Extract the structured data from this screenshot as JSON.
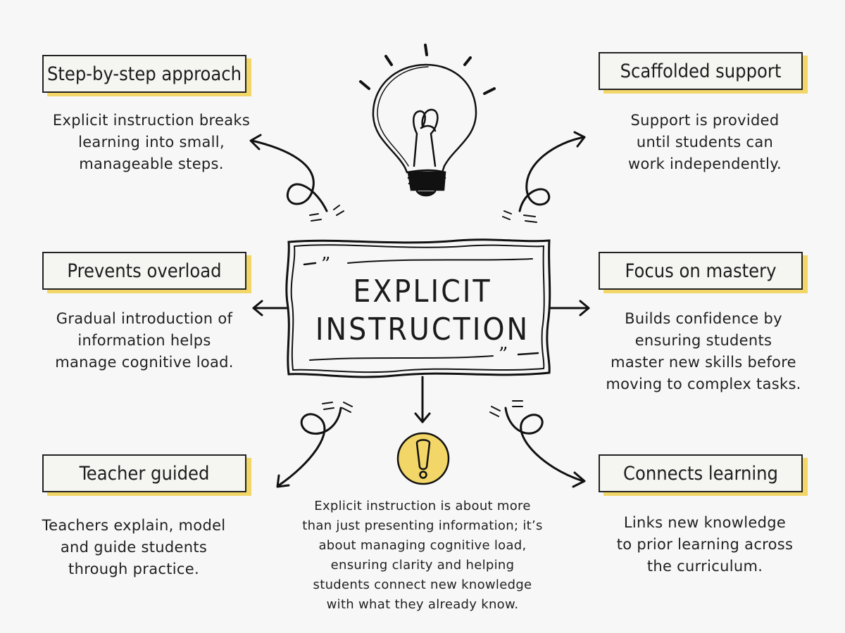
{
  "center": {
    "line1": "EXPLICIT",
    "line2": "INSTRUCTION"
  },
  "topics": [
    {
      "title": "Step-by-step approach",
      "text": [
        "Explicit instruction breaks",
        "learning into small,",
        "manageable steps."
      ]
    },
    {
      "title": "Scaffolded support",
      "text": [
        "Support is provided",
        "until students can",
        "work independently."
      ]
    },
    {
      "title": "Prevents overload",
      "text": [
        "Gradual introduction of",
        "information helps",
        "manage cognitive load."
      ]
    },
    {
      "title": "Focus on mastery",
      "text": [
        "Builds confidence by",
        "ensuring students",
        "master new skills before",
        "moving to complex tasks."
      ]
    },
    {
      "title": "Teacher guided",
      "text": [
        "Teachers explain, model",
        "and guide students",
        "through practice."
      ]
    },
    {
      "title": "Connects learning",
      "text": [
        "Links new knowledge",
        "to prior learning across",
        "the curriculum."
      ]
    }
  ],
  "summary": [
    "Explicit instruction is about more",
    "than just presenting information; it’s",
    "about managing cognitive load,",
    "ensuring clarity and helping",
    "students connect new knowledge",
    "with what they already know."
  ],
  "icons": {
    "top": "lightbulb-icon",
    "bottom": "exclamation-icon"
  },
  "colors": {
    "accent": "#f2d668",
    "ink": "#222222",
    "background": "#f7f7f7"
  }
}
